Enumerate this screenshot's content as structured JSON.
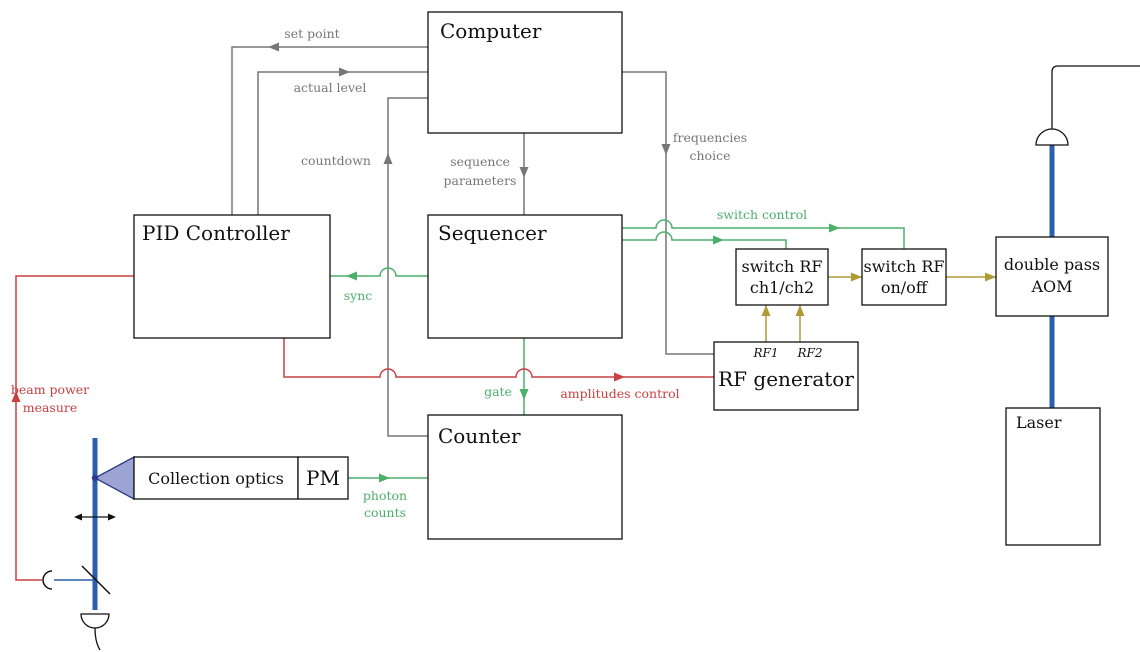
{
  "colors": {
    "gray": "#777777",
    "green": "#4caf6a",
    "red": "#c94040",
    "gold": "#b09a36",
    "beam": "#2b5fad",
    "optics": "#9da3d2"
  },
  "blocks": {
    "computer": "Computer",
    "pid": "PID Controller",
    "sequencer": "Sequencer",
    "counter": "Counter",
    "switch_rf_1": [
      "switch RF",
      "ch1/ch2"
    ],
    "switch_rf_2": [
      "switch RF",
      "on/off"
    ],
    "aom": [
      "double pass",
      "AOM"
    ],
    "rf_generator": "RF generator",
    "rf1": "RF1",
    "rf2": "RF2",
    "laser": "Laser",
    "collection_optics": "Collection optics",
    "pm": "PM"
  },
  "signals": {
    "set_point": "set point",
    "actual_level": "actual level",
    "countdown": "countdown",
    "sequence_parameters": [
      "sequence",
      "parameters"
    ],
    "frequencies_choice": [
      "frequencies",
      "choice"
    ],
    "switch_control": "switch control",
    "sync": "sync",
    "gate": "gate",
    "amplitudes_control": "amplitudes control",
    "beam_power_measure": [
      "beam power",
      "measure"
    ],
    "photon_counts": [
      "photon",
      "counts"
    ]
  }
}
